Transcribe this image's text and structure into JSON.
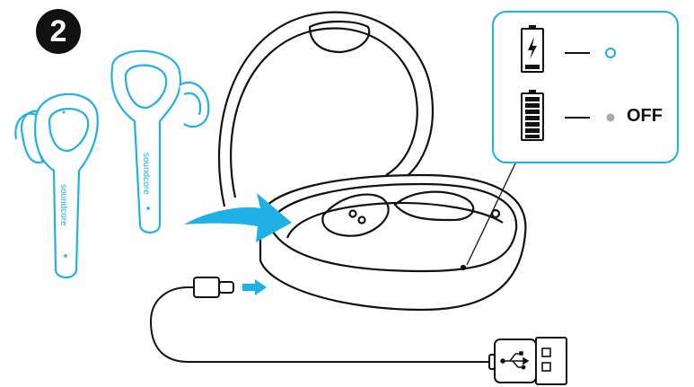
{
  "step": {
    "number": "2"
  },
  "earbuds": {
    "brand_left": "soundcore",
    "brand_right": "soundcore"
  },
  "indicator_legend": {
    "charging_state": "light on (charging)",
    "full_state_label": "OFF"
  },
  "colors": {
    "accent": "#1fb0e6",
    "outline": "#111111",
    "led_off": "#aaaaaa"
  },
  "icons": [
    "battery-charging-icon",
    "battery-full-icon",
    "usb-c-connector-icon",
    "usb-a-connector-icon",
    "arrow-icon"
  ]
}
